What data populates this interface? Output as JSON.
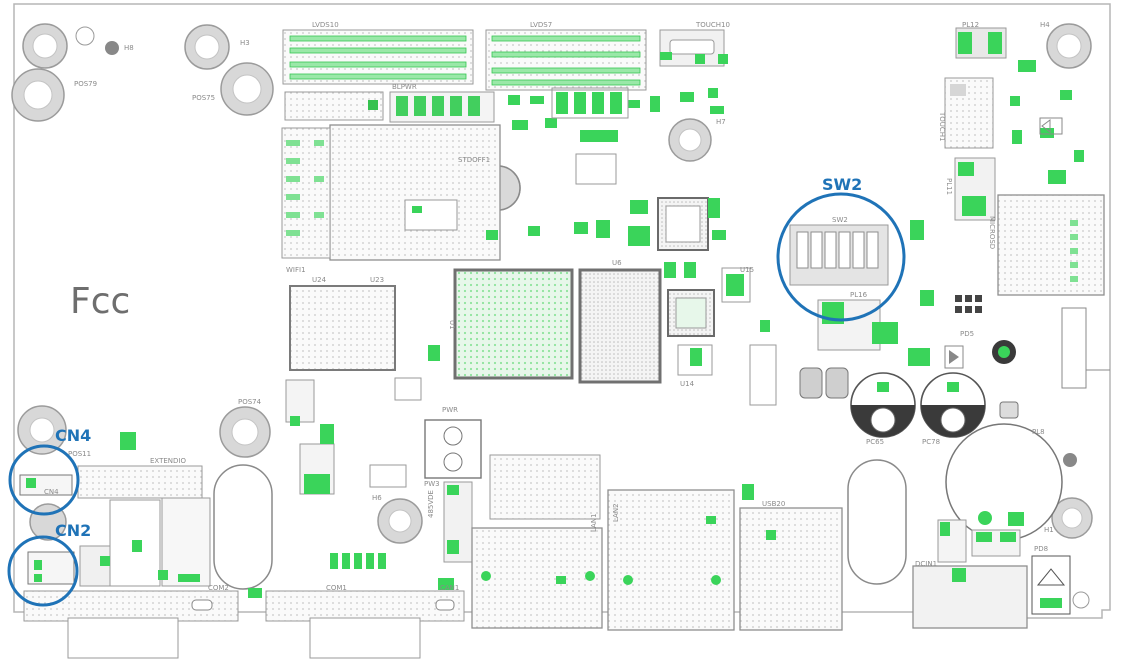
{
  "board": {
    "fcc_mark": "Fcc",
    "colors": {
      "pad_green": "#3ad45a",
      "pad_light": "#b8eec0",
      "outline": "#9a9a9a",
      "callout_blue": "#1f73b7",
      "hatch": "#d6d6d6"
    }
  },
  "callouts": [
    {
      "label": "SW2"
    },
    {
      "label": "CN4"
    },
    {
      "label": "CN2"
    }
  ],
  "silkscreen": {
    "lvds10": "LVDS10",
    "lvds7": "LVDS7",
    "touch10": "TOUCH10",
    "pl12": "PL12",
    "bl_pwr": "BLPWR",
    "stdoff1": "STDOFF1",
    "u24": "U24",
    "u23": "U23",
    "wifi1": "WIFI1",
    "u6": "U6",
    "pl16": "PL16",
    "sw2": "SW2",
    "pos74": "POS74",
    "pos11": "POS11",
    "pos75": "POS75",
    "pos79": "POS79",
    "extendio": "EXTENDIO",
    "cn4": "CN4",
    "com1": "COM1",
    "com2": "COM2",
    "can1": "CAN1",
    "rs485": "485VDE",
    "lan1": "LAN1",
    "lan2": "LAN2",
    "usb20": "USB20",
    "pc65": "PC65",
    "pc78": "PC78",
    "pl8": "PL8",
    "pd8": "PD8",
    "dcin1": "DCIN1",
    "pw3": "PW3",
    "h1": "H1",
    "h3": "H3",
    "h4": "H4",
    "h6": "H6",
    "h7": "H7",
    "h8": "H8",
    "touch1": "TOUCH1",
    "pl11": "PL11",
    "micro_sd": "MICROSD",
    "pwr": "PWR",
    "u14": "U14",
    "u15": "U15",
    "u1": "U1",
    "pd5": "PD5"
  }
}
